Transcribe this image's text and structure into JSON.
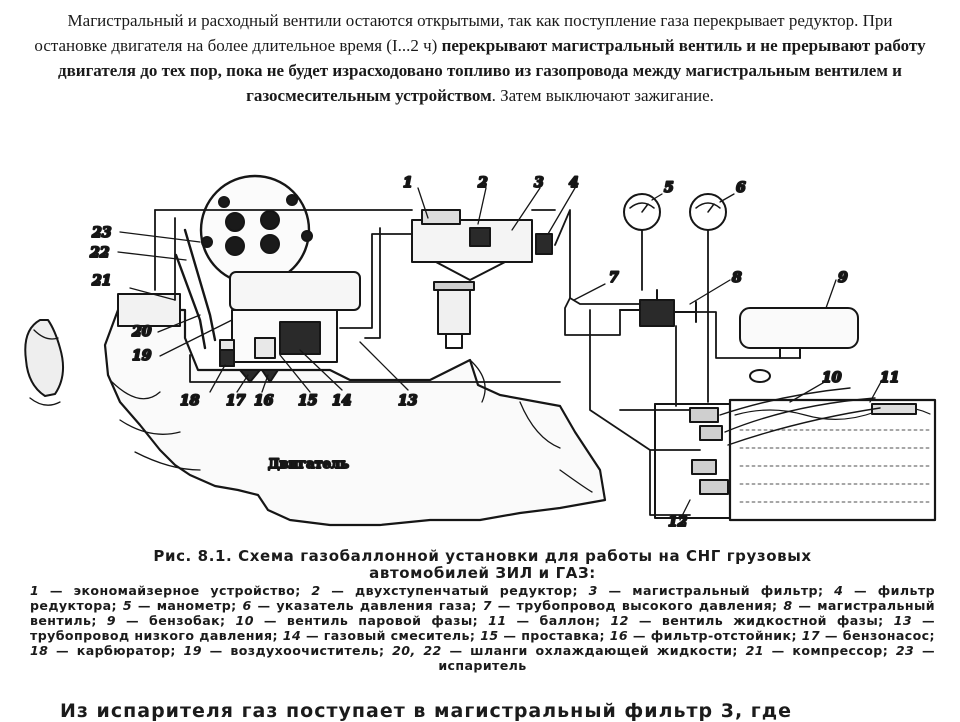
{
  "intro": {
    "part1": "Магистральный и расходный вентили остаются открытыми, так как поступление газа перекрывает редуктор. При остановке двигателя на более длительное время (I...2 ч) ",
    "part_bold": "перекрывают магистральный вентиль и не прерывают работу двигателя до тех пор, пока не будет израсходовано топливо из газопровода между магистральным вентилем и газосмесительным устройством",
    "part2": ". Затем выключают зажигание."
  },
  "diagram": {
    "engine_label": "Двигатель",
    "labels": [
      "1",
      "2",
      "3",
      "4",
      "5",
      "6",
      "7",
      "8",
      "9",
      "10",
      "11",
      "12",
      "13",
      "14",
      "15",
      "16",
      "17",
      "18",
      "19",
      "20",
      "21",
      "22",
      "23"
    ]
  },
  "caption": {
    "title_line1": "Рис. 8.1. Схема газобаллонной установки для работы на СНГ грузовых",
    "title_line2": "автомобилей ЗИЛ и ГАЗ:",
    "legend": [
      {
        "num": "1",
        "text": "экономайзерное устройство;"
      },
      {
        "num": "2",
        "text": "двухступенчатый редуктор;"
      },
      {
        "num": "3",
        "text": "магистральный фильтр;"
      },
      {
        "num": "4",
        "text": "фильтр редуктора;"
      },
      {
        "num": "5",
        "text": "манометр;"
      },
      {
        "num": "6",
        "text": "указатель давления газа;"
      },
      {
        "num": "7",
        "text": "трубопровод высокого давления;"
      },
      {
        "num": "8",
        "text": "магистральный вентиль;"
      },
      {
        "num": "9",
        "text": "бензобак;"
      },
      {
        "num": "10",
        "text": "вентиль паровой фазы;"
      },
      {
        "num": "11",
        "text": "баллон;"
      },
      {
        "num": "12",
        "text": "вентиль жидкостной фазы;"
      },
      {
        "num": "13",
        "text": "трубопровод низкого давления;"
      },
      {
        "num": "14",
        "text": "газовый смеситель;"
      },
      {
        "num": "15",
        "text": "проставка;"
      },
      {
        "num": "16",
        "text": "фильтр-отстойник;"
      },
      {
        "num": "17",
        "text": "бензонасос;"
      },
      {
        "num": "18",
        "text": "карбюратор;"
      },
      {
        "num": "19",
        "text": "воздухоочиститель;"
      },
      {
        "num": "20, 22",
        "text": "шланги охлаждающей жидкости;"
      },
      {
        "num": "21",
        "text": "компрессор;"
      },
      {
        "num": "23",
        "text": "испаритель"
      }
    ]
  },
  "bottom_text": "Из испарителя газ поступает в магистральный фильтр 3, где"
}
